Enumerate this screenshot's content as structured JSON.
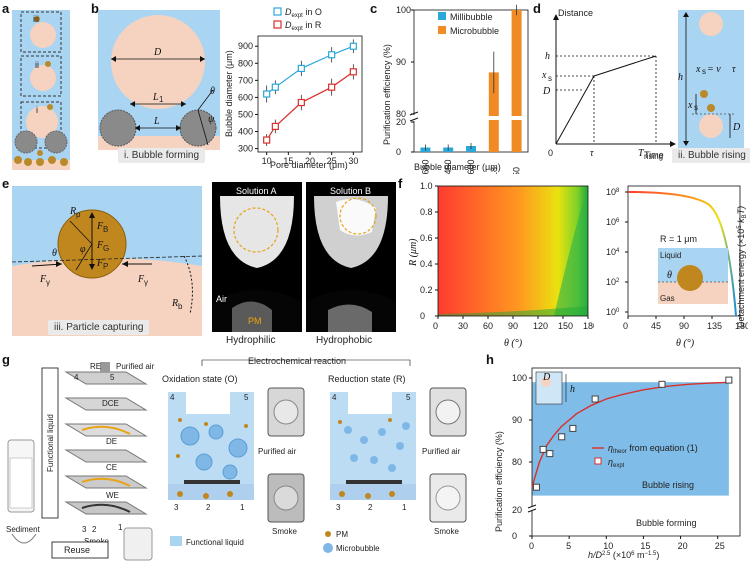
{
  "panel_labels": [
    "a",
    "b",
    "c",
    "d",
    "e",
    "f",
    "g",
    "h"
  ],
  "panel_a": {
    "stage_labels": [
      "iii",
      "ii",
      "i"
    ]
  },
  "panel_b": {
    "caption": "i. Bubble forming",
    "symbols": {
      "D": "D",
      "L1": "L",
      "L1_sub": "1",
      "L": "L",
      "theta": "θ",
      "psi": "ψ"
    }
  },
  "panel_c": {
    "caption_hidden": "",
    "legend": [
      "Millibubble",
      "Microbubble"
    ]
  },
  "panel_d": {
    "caption": "ii. Bubble rising",
    "labels": {
      "distance": "Distance",
      "time": "Time",
      "h": "h",
      "xs": "x",
      "xs_sub": "s",
      "D": "D",
      "tau": "τ",
      "Trising": "T",
      "Trising_sub": "rising",
      "zero": "0",
      "eq": "x",
      "eq_rest": " = v",
      "eq_tau": "τ"
    }
  },
  "panel_e": {
    "caption": "iii. Particle capturing",
    "symbols": {
      "Rp": "R",
      "Rp_sub": "p",
      "FB": "F",
      "FB_sub": "B",
      "FG": "F",
      "FG_sub": "G",
      "Fp": "F",
      "Fp_sub": "P",
      "phi": "φ",
      "theta": "θ",
      "Fg": "F",
      "Fg_sub": "γ",
      "Rb": "R",
      "Rb_sub": "b"
    },
    "photos": [
      {
        "title": "Solution A",
        "caption": "Hydrophilic"
      },
      {
        "title": "Solution B",
        "caption": "Hydrophobic"
      }
    ],
    "photo_labels": {
      "air": "Air",
      "pm": "PM"
    }
  },
  "panel_f": {
    "xlabel": "θ (°)",
    "ylabel": "R (μm)",
    "xticks": [
      "0",
      "30",
      "60",
      "90",
      "120",
      "150",
      "180"
    ],
    "yticks": [
      "0",
      "0.2",
      "0.4",
      "0.6",
      "0.8",
      "1.0"
    ],
    "line_xlabel": "θ (°)",
    "line_ylabel": "Detachment energy (×10",
    "line_ylabel_sup": "5",
    "line_ylabel_end": " k",
    "line_ylabel_sub": "B",
    "line_ylabel_close": "T)",
    "line_yticks": [
      "10",
      "10",
      "10",
      "10",
      "10"
    ],
    "line_yticks_sup": [
      "8",
      "6",
      "4",
      "2",
      "0"
    ],
    "line_xticks": [
      "0",
      "45",
      "90",
      "135",
      "180"
    ],
    "r_label": "R = 1 μm",
    "inset": {
      "liquid": "Liquid",
      "gas": "Gas",
      "theta": "θ"
    }
  },
  "panel_g": {
    "stack_labels": {
      "re": "RE",
      "purified": "Purified air",
      "dce": "DCE",
      "de": "DE",
      "ce": "CE",
      "we": "WE",
      "smoke": "Smoke",
      "sediment": "Sediment",
      "reuse": "Reuse",
      "functional": "Functional liquid",
      "n4": "4",
      "n5": "5",
      "n3": "3",
      "n2": "2",
      "n1": "1"
    },
    "reaction_title": "Electrochemical reaction",
    "ox_title": "Oxidation state (O)",
    "red_title": "Reduction state (R)",
    "ports": {
      "p4": "4",
      "p5": "5",
      "p3": "3",
      "p2": "2",
      "p1": "1"
    },
    "purified": "Purified air",
    "smoke": "Smoke",
    "legend": {
      "liquid": "Functional liquid",
      "pm": "PM",
      "micro": "Microbubble"
    }
  },
  "panel_h": {
    "ylabel": "Purification efficiency (%)",
    "xlabel": "h/D",
    "xlabel_sup": "2.5",
    "xlabel_end": " (×10",
    "xlabel_sup2": "6",
    "xlabel_close": " m",
    "xlabel_sup3": "−1.5",
    "xlabel_close2": ")",
    "yticks": [
      "100",
      "90",
      "80",
      "20",
      "0"
    ],
    "xticks": [
      "0",
      "5",
      "10",
      "15",
      "20",
      "25"
    ],
    "legend": {
      "theor": "η",
      "theor_sub": "theor",
      "theor_rest": " from equation (1)",
      "expt": "η",
      "expt_sub": "expt"
    },
    "region_labels": {
      "rising": "Bubble rising",
      "forming": "Bubble forming"
    },
    "inset": {
      "D": "D",
      "h": "h"
    }
  },
  "chart_data": [
    {
      "panel": "b",
      "type": "line",
      "xlabel": "Pore diameter (μm)",
      "ylabel": "Bubble diameter (μm)",
      "xticks": [
        "10",
        "15",
        "20",
        "25",
        "30"
      ],
      "yticks": [
        "300",
        "400",
        "500",
        "600",
        "700",
        "800",
        "900"
      ],
      "xlim": [
        8,
        32
      ],
      "ylim": [
        280,
        960
      ],
      "series": [
        {
          "name": "D",
          "sub": "expt",
          "suffix": " in O",
          "color": "#2ba8d8",
          "x": [
            10,
            12,
            18,
            25,
            30
          ],
          "y": [
            620,
            660,
            770,
            850,
            900
          ],
          "err": [
            50,
            40,
            45,
            45,
            40
          ]
        },
        {
          "name": "D",
          "sub": "expt",
          "suffix": " in R",
          "color": "#d9302b",
          "x": [
            10,
            12,
            18,
            25,
            30
          ],
          "y": [
            350,
            430,
            570,
            660,
            750
          ],
          "err": [
            35,
            40,
            45,
            50,
            45
          ]
        }
      ]
    },
    {
      "panel": "c",
      "type": "bar",
      "xlabel": "Bubble diameter (μm)",
      "ylabel": "Purification efficiency (%)",
      "categories": [
        "6,660",
        "5,450",
        "3,680",
        "618",
        "350"
      ],
      "values": [
        3,
        3,
        4,
        88,
        100
      ],
      "errors": [
        2,
        2,
        2,
        4,
        1
      ],
      "colors": [
        "#2ba8d8",
        "#2ba8d8",
        "#2ba8d8",
        "#f08a24",
        "#f08a24"
      ],
      "yticks": [
        "0",
        "20",
        "80",
        "90",
        "100"
      ],
      "axis_break": true
    },
    {
      "panel": "h",
      "type": "scatter",
      "x": [
        0.6,
        1.5,
        2.4,
        4,
        5.5,
        8.5,
        17.5,
        26.5
      ],
      "y": [
        74,
        83,
        82,
        86,
        88,
        95,
        98.5,
        99.5
      ],
      "theory_x": [
        0,
        1,
        2,
        3,
        4,
        5,
        6,
        8,
        10,
        12,
        15,
        18,
        21,
        24,
        27
      ],
      "theory_y": [
        74,
        80,
        84,
        86.5,
        88.5,
        90,
        91.5,
        93.5,
        95,
        96,
        97.2,
        98,
        98.5,
        98.8,
        99
      ],
      "xlim": [
        0,
        28
      ]
    }
  ]
}
